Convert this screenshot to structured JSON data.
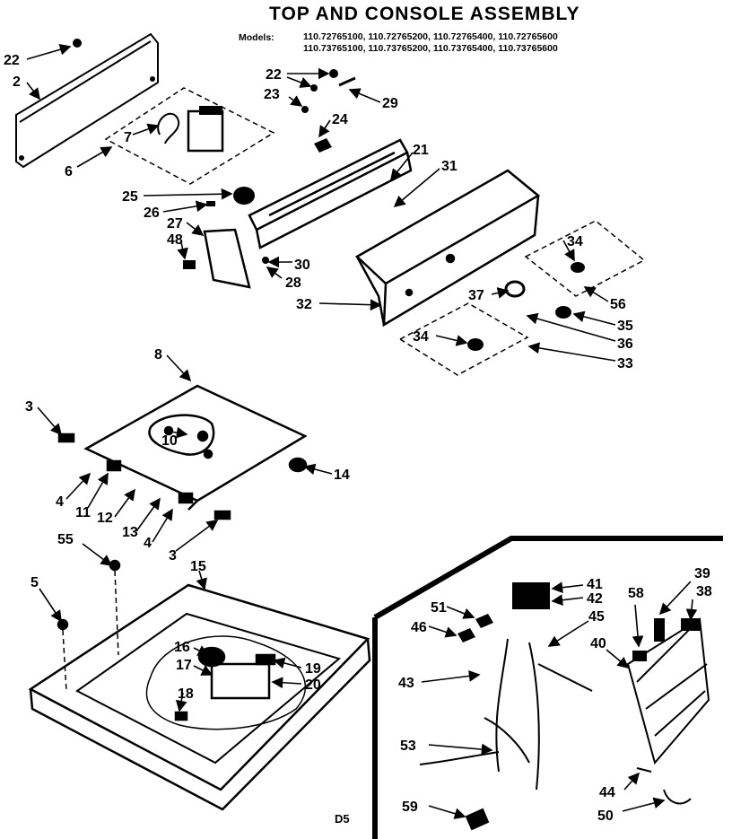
{
  "title": "TOP AND CONSOLE ASSEMBLY",
  "models": {
    "label": "Models:",
    "row1": "110.72765100, 110.72765200, 110.72765400, 110.72765600",
    "row2": "110.73765100, 110.73765200, 110.73765400, 110.73765600"
  },
  "page_code": "D5",
  "callouts": {
    "c22a": "22",
    "c2": "2",
    "c22b": "22",
    "c29": "29",
    "c23": "23",
    "c24": "24",
    "c7": "7",
    "c6": "6",
    "c21": "21",
    "c31": "31",
    "c25": "25",
    "c26": "26",
    "c27": "27",
    "c48": "48",
    "c30": "30",
    "c28": "28",
    "c32": "32",
    "c34a": "34",
    "c56": "56",
    "c37": "37",
    "c35": "35",
    "c36": "36",
    "c34b": "34",
    "c33": "33",
    "c8": "8",
    "c3a": "3",
    "c10": "10",
    "c14": "14",
    "c4a": "4",
    "c11": "11",
    "c12": "12",
    "c13": "13",
    "c4b": "4",
    "c3b": "3",
    "c55": "55",
    "c15": "15",
    "c5": "5",
    "c16": "16",
    "c17": "17",
    "c18": "18",
    "c19": "19",
    "c20": "20",
    "c41": "41",
    "c42": "42",
    "c51": "51",
    "c46": "46",
    "c45": "45",
    "c58": "58",
    "c39": "39",
    "c38": "38",
    "c40": "40",
    "c43": "43",
    "c53": "53",
    "c44": "44",
    "c59": "59",
    "c50": "50"
  }
}
